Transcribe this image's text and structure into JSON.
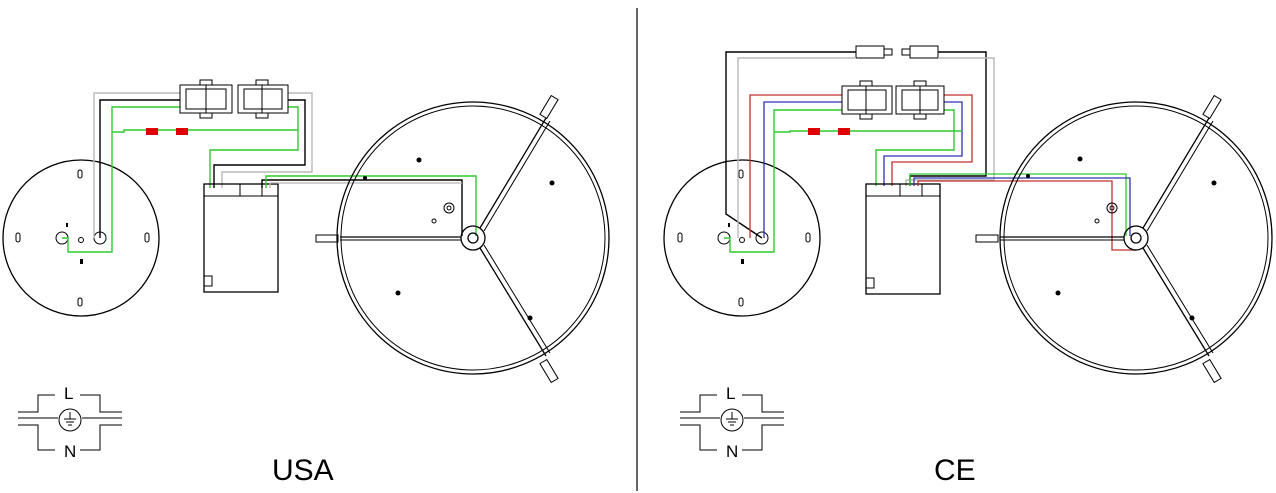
{
  "panels": [
    {
      "region": "USA",
      "symbol": {
        "line": "L",
        "neutral": "N"
      }
    },
    {
      "region": "CE",
      "symbol": {
        "line": "L",
        "neutral": "N"
      }
    }
  ],
  "colors": {
    "wire_black": "#000000",
    "wire_grey": "#b8b8b8",
    "wire_green": "#2ecc2e",
    "wire_red": "#c03030",
    "wire_blue": "#3030b0",
    "connector_red": "#e00000"
  },
  "icons": [
    "mounting-plate-icon",
    "connector-icon",
    "driver-icon",
    "fixture-icon",
    "ground-symbol-icon"
  ]
}
